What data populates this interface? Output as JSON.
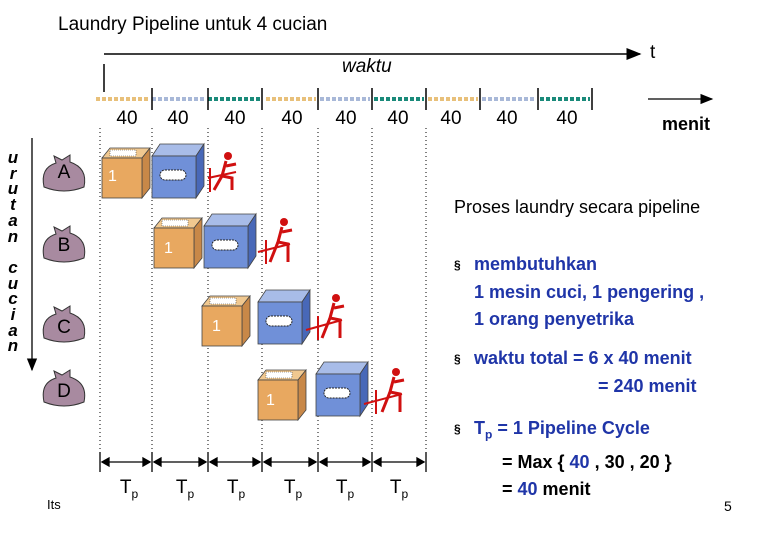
{
  "title": "Laundry Pipeline untuk 4 cucian",
  "axis": {
    "time_label": "waktu",
    "time_symbol": "t",
    "unit": "menit",
    "order_label": "urutan cucian"
  },
  "durations": [
    "40",
    "40",
    "40",
    "40",
    "40",
    "40",
    "40",
    "40",
    "40"
  ],
  "loads": [
    {
      "label": "A",
      "stage_number": "1"
    },
    {
      "label": "B",
      "stage_number": "1"
    },
    {
      "label": "C",
      "stage_number": "1"
    },
    {
      "label": "D",
      "stage_number": "1"
    }
  ],
  "tp_labels": [
    "Tp",
    "Tp",
    "Tp",
    "Tp",
    "Tp",
    "Tp"
  ],
  "tp_subscript": "p",
  "tp_main": "T",
  "explanation": {
    "title": "Proses laundry secara pipeline",
    "bullet1_line1": "membutuhkan",
    "bullet1_line2": "1 mesin cuci, 1 pengering ,",
    "bullet1_line3": "1 orang penyetrika",
    "bullet2_line1": "waktu total  = 6 x 40 menit",
    "bullet2_line2": "=  240 menit",
    "bullet3_prefix_main": "T",
    "bullet3_prefix_sub": "p",
    "bullet3_line1_rest": " = 1 Pipeline Cycle",
    "bullet3_line2_a": "=  Max { ",
    "bullet3_line2_b": "40",
    "bullet3_line2_c": " , 30 , 20 }",
    "bullet3_line3_a": "=  ",
    "bullet3_line3_b": "40",
    "bullet3_line3_c": " menit",
    "bullet_mark": "§"
  },
  "footer": {
    "left": "Its",
    "page": "5"
  },
  "colors": {
    "orange": "#e8c07a",
    "blue_gray": "#a8b8d8",
    "teal": "#1a8a7a",
    "wash_box": "#e8a860",
    "dryer_box": "#7090d8",
    "iron_red": "#d01010",
    "accent_blue": "#1f35a8"
  }
}
